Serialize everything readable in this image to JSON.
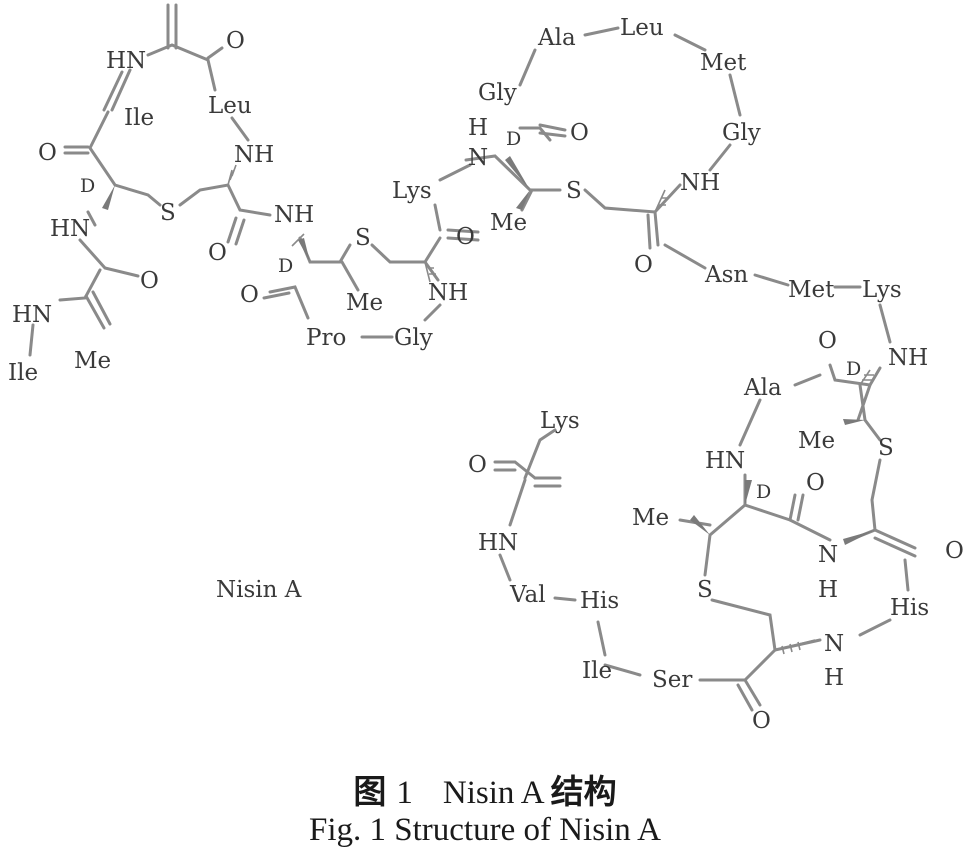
{
  "labels": [
    {
      "id": "ring1-hn",
      "text": "HN"
    },
    {
      "id": "ring1-o1",
      "text": "O"
    },
    {
      "id": "ring1-ile",
      "text": "Ile"
    },
    {
      "id": "ring1-leu",
      "text": "Leu"
    },
    {
      "id": "ring1-o2",
      "text": "O"
    },
    {
      "id": "ring1-nh",
      "text": "NH"
    },
    {
      "id": "ring1-d",
      "text": "D"
    },
    {
      "id": "ring1-s",
      "text": "S"
    },
    {
      "id": "ring1-hn2",
      "text": "HN"
    },
    {
      "id": "ring1-o3",
      "text": "O"
    },
    {
      "id": "ring1-hn3",
      "text": "HN"
    },
    {
      "id": "ring1-ile2",
      "text": "Ile"
    },
    {
      "id": "ring1-me",
      "text": "Me"
    },
    {
      "id": "ring1-o4",
      "text": "O"
    },
    {
      "id": "ring1-nh2",
      "text": "NH"
    },
    {
      "id": "ring2-d",
      "text": "D"
    },
    {
      "id": "ring2-s",
      "text": "S"
    },
    {
      "id": "ring2-o1",
      "text": "O"
    },
    {
      "id": "ring2-me",
      "text": "Me"
    },
    {
      "id": "ring2-lys",
      "text": "Lys"
    },
    {
      "id": "ring2-o2",
      "text": "O"
    },
    {
      "id": "ring2-nh",
      "text": "NH"
    },
    {
      "id": "ring2-pro",
      "text": "Pro"
    },
    {
      "id": "ring2-gly",
      "text": "Gly"
    },
    {
      "id": "ring3-ala",
      "text": "Ala"
    },
    {
      "id": "ring3-leu",
      "text": "Leu"
    },
    {
      "id": "ring3-met",
      "text": "Met"
    },
    {
      "id": "ring3-gly",
      "text": "Gly"
    },
    {
      "id": "ring3-gly2",
      "text": "Gly"
    },
    {
      "id": "ring3-h",
      "text": "H"
    },
    {
      "id": "ring3-n",
      "text": "N"
    },
    {
      "id": "ring3-d",
      "text": "D"
    },
    {
      "id": "ring3-o1",
      "text": "O"
    },
    {
      "id": "ring3-s",
      "text": "S"
    },
    {
      "id": "ring3-me",
      "text": "Me"
    },
    {
      "id": "ring3-nh",
      "text": "NH"
    },
    {
      "id": "ring3-o2",
      "text": "O"
    },
    {
      "id": "chain-asn",
      "text": "Asn"
    },
    {
      "id": "chain-met",
      "text": "Met"
    },
    {
      "id": "chain-lys",
      "text": "Lys"
    },
    {
      "id": "ring4-o",
      "text": "O"
    },
    {
      "id": "ring4-d",
      "text": "D"
    },
    {
      "id": "ring4-nh",
      "text": "NH"
    },
    {
      "id": "ring4-ala",
      "text": "Ala"
    },
    {
      "id": "ring4-me",
      "text": "Me"
    },
    {
      "id": "ring4-s",
      "text": "S"
    },
    {
      "id": "ring4-hn",
      "text": "HN"
    },
    {
      "id": "ring4-d2",
      "text": "D"
    },
    {
      "id": "ring4-o2",
      "text": "O"
    },
    {
      "id": "ring4-me2",
      "text": "Me"
    },
    {
      "id": "ring4-n",
      "text": "N"
    },
    {
      "id": "ring4-h",
      "text": "H"
    },
    {
      "id": "ring4-o3",
      "text": "O"
    },
    {
      "id": "ring4-s2",
      "text": "S"
    },
    {
      "id": "ring4-his",
      "text": "His"
    },
    {
      "id": "ring4-n2",
      "text": "N"
    },
    {
      "id": "ring4-h2",
      "text": "H"
    },
    {
      "id": "ring4-ser",
      "text": "Ser"
    },
    {
      "id": "ring4-o4",
      "text": "O"
    },
    {
      "id": "tail-lys",
      "text": "Lys"
    },
    {
      "id": "tail-o",
      "text": "O"
    },
    {
      "id": "tail-hn",
      "text": "HN"
    },
    {
      "id": "tail-val",
      "text": "Val"
    },
    {
      "id": "tail-his",
      "text": "His"
    },
    {
      "id": "tail-ile",
      "text": "Ile"
    }
  ],
  "compound_name": "Nisin A",
  "caption": {
    "cn_prefix": "图",
    "number": "1",
    "name": "Nisin A",
    "cn_suffix": "结构",
    "en": "Fig. 1 Structure of Nisin A"
  }
}
